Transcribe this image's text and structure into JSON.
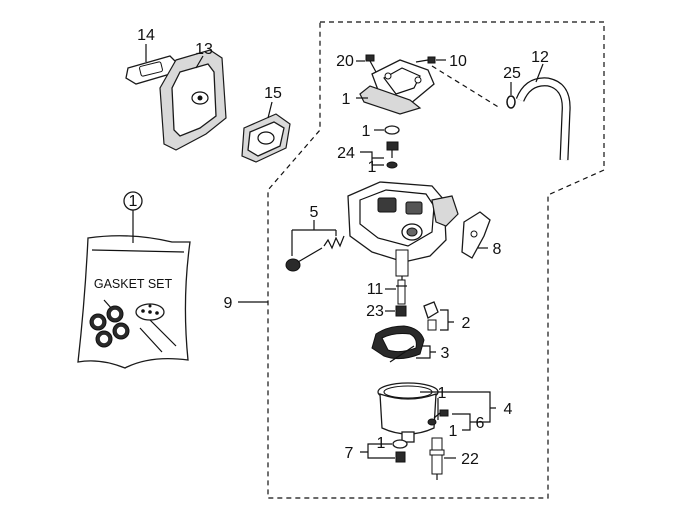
{
  "gasket_set": {
    "ref": "1",
    "text": "GASKET SET"
  },
  "callouts": {
    "c1a": "1",
    "c1b": "1",
    "c1c": "1",
    "c1d": "1",
    "c1e": "1",
    "c1f": "1",
    "c1g": "1",
    "c2": "2",
    "c3": "3",
    "c4": "4",
    "c5": "5",
    "c6": "6",
    "c7": "7",
    "c8": "8",
    "c9": "9",
    "c10": "10",
    "c11": "11",
    "c12": "12",
    "c13": "13",
    "c14": "14",
    "c15": "15",
    "c20": "20",
    "c22": "22",
    "c23": "23",
    "c24": "24",
    "c25": "25"
  }
}
